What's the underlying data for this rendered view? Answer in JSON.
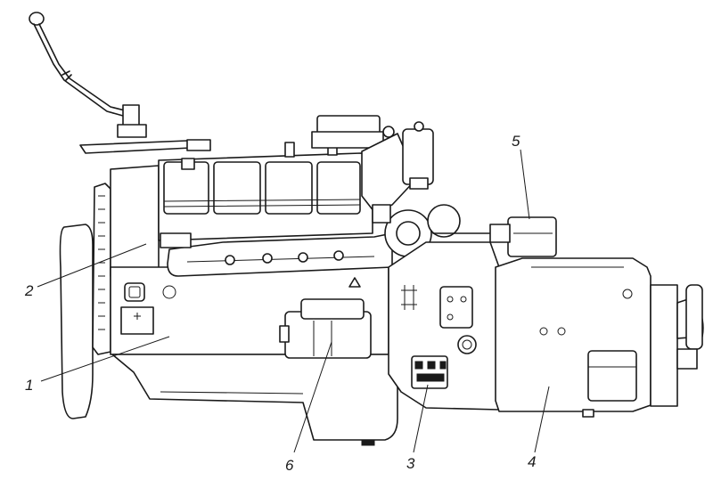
{
  "figure": {
    "callouts": [
      {
        "id": "1",
        "label": "1"
      },
      {
        "id": "2",
        "label": "2"
      },
      {
        "id": "3",
        "label": "3"
      },
      {
        "id": "4",
        "label": "4"
      },
      {
        "id": "5",
        "label": "5"
      },
      {
        "id": "6",
        "label": "6"
      }
    ]
  },
  "colors": {
    "ink": "#1a1a1a",
    "paper": "#ffffff"
  }
}
